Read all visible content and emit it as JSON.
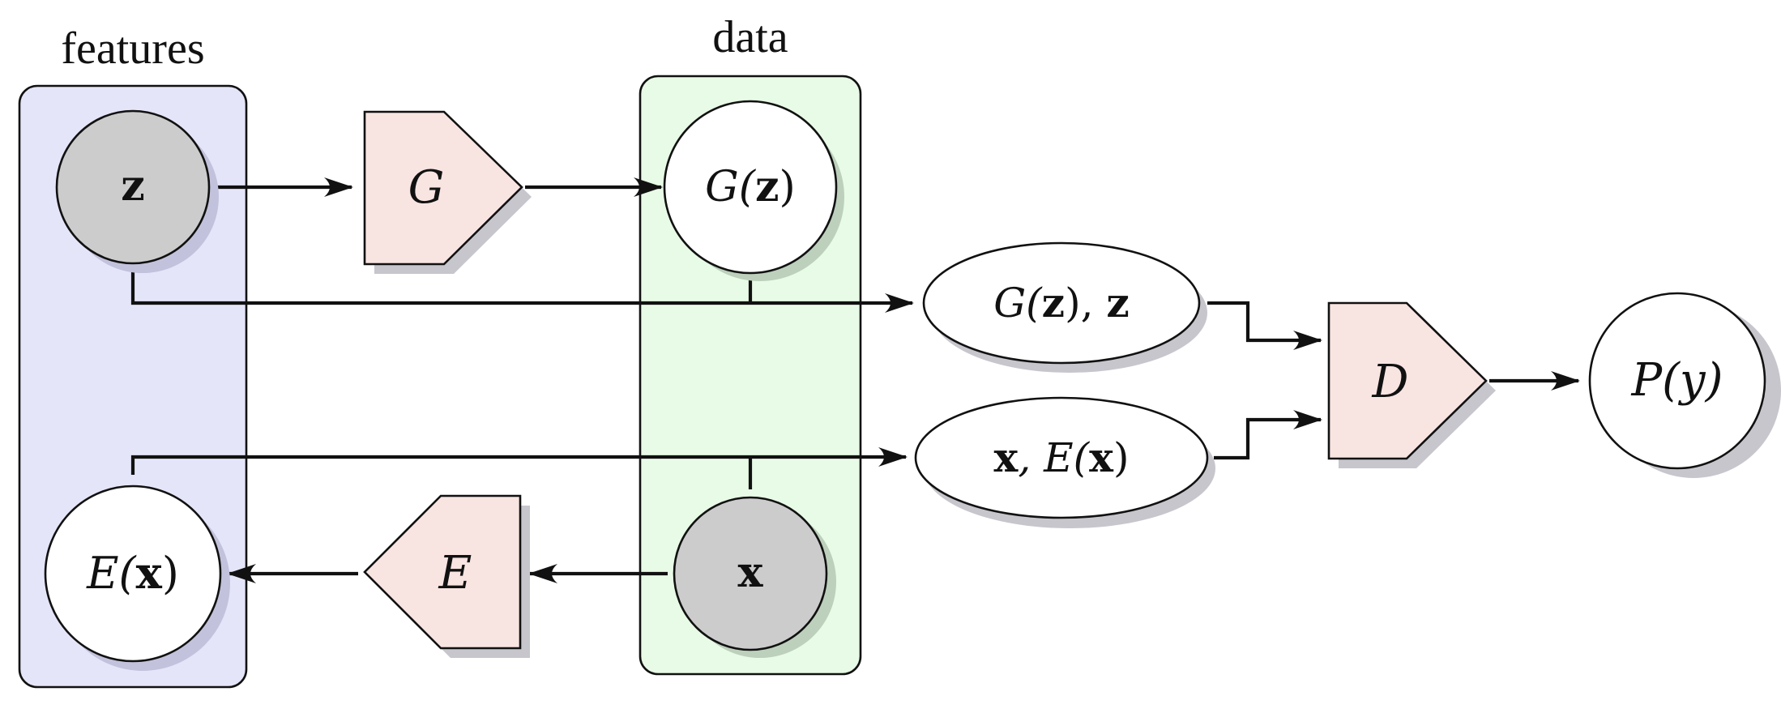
{
  "groups": {
    "features": {
      "label": "features",
      "fill": "#e5e5fa"
    },
    "data": {
      "label": "data",
      "fill": "#e8fbe6"
    }
  },
  "nodes": {
    "z": {
      "text": "z",
      "fill": "#cccccc"
    },
    "g_block": {
      "text": "G",
      "fill": "#f8e4e1"
    },
    "g_z": {
      "text_a": "G(",
      "text_b": "z",
      "text_c": ")",
      "fill": "#ffffff"
    },
    "g_z_pair": {
      "text_a": "G(",
      "text_b": "z",
      "text_c": "), ",
      "text_d": "z",
      "fill": "#ffffff"
    },
    "x_pair": {
      "text_a": "x",
      "text_b": ", E(",
      "text_c": "x",
      "text_d": ")",
      "fill": "#ffffff"
    },
    "d_block": {
      "text": "D",
      "fill": "#f8e4e1"
    },
    "p_y": {
      "text": "P(y)",
      "fill": "#ffffff"
    },
    "e_x": {
      "text_a": "E(",
      "text_b": "x",
      "text_c": ")",
      "fill": "#ffffff"
    },
    "e_block": {
      "text": "E",
      "fill": "#f8e4e1"
    },
    "x": {
      "text": "x",
      "fill": "#cccccc"
    }
  }
}
